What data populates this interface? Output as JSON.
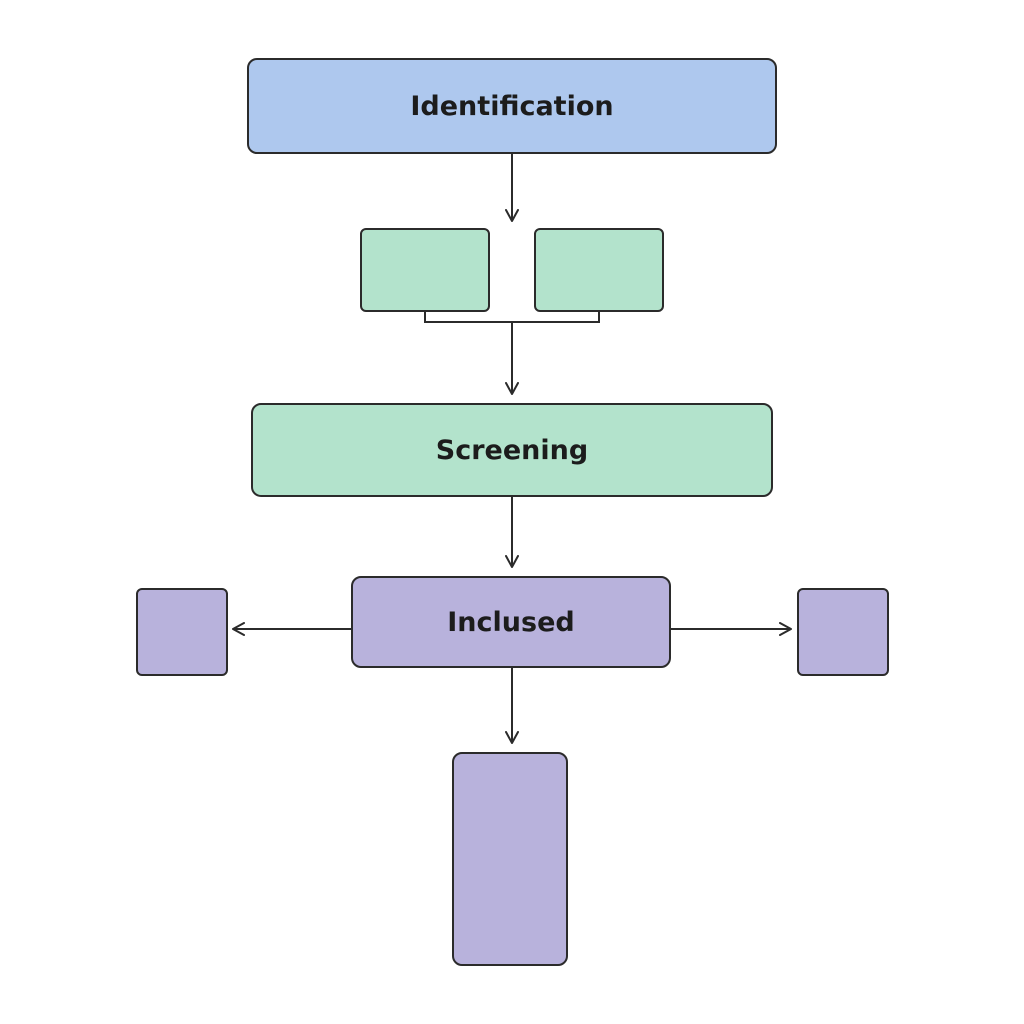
{
  "colors": {
    "identification": "#aec8ee",
    "screening": "#b3e3cc",
    "included": "#b8b2dc",
    "stroke": "#2b2b2b"
  },
  "nodes": {
    "identification": {
      "label": "Identification"
    },
    "screening": {
      "label": "Screening"
    },
    "included": {
      "label": "Inclused"
    }
  }
}
